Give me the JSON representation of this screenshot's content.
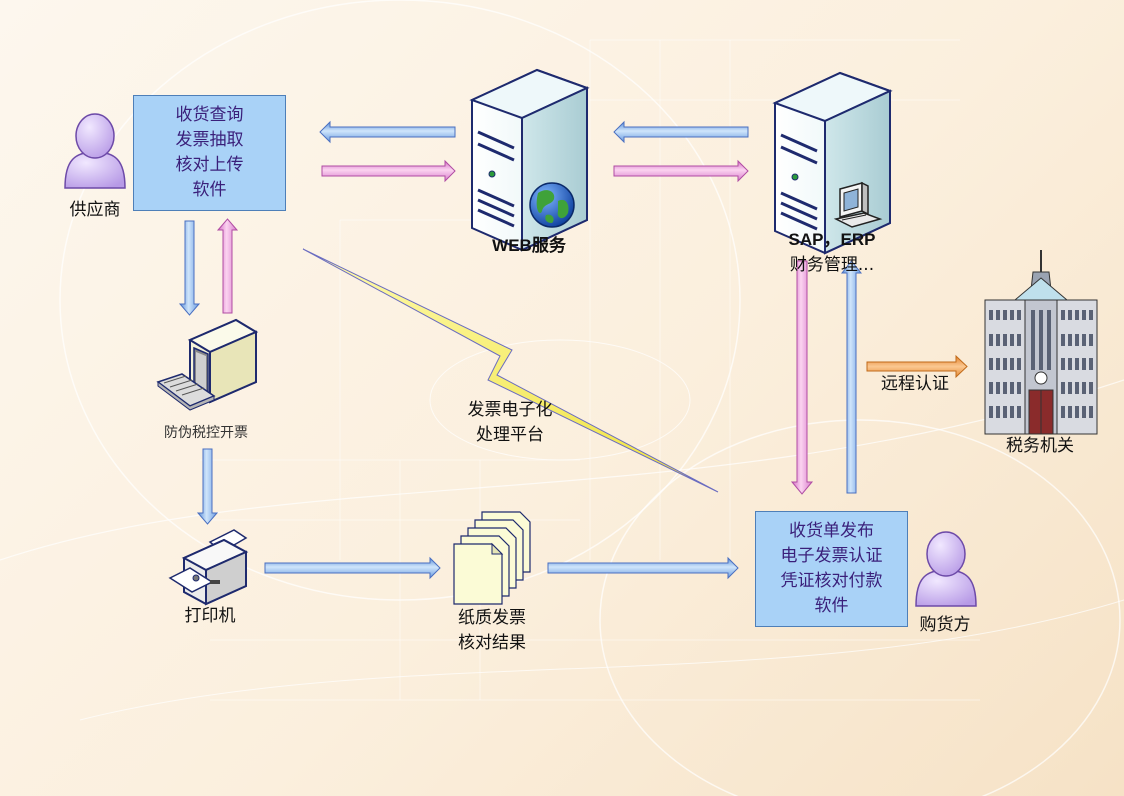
{
  "supplier": {
    "label": "供应商",
    "software_lines": [
      "收货查询",
      "发票抽取",
      "核对上传",
      "软件"
    ]
  },
  "web": {
    "label": "WEB服务"
  },
  "erp": {
    "label_line1": "SAP，ERP",
    "label_line2": "财务管理..."
  },
  "tax_control": {
    "label": "防伪税控开票"
  },
  "printer": {
    "label": "打印机"
  },
  "platform": {
    "label_line1": "发票电子化",
    "label_line2": "处理平台"
  },
  "paper": {
    "label_line1": "纸质发票",
    "label_line2": "核对结果"
  },
  "buyer": {
    "label": "购货方",
    "software_lines": [
      "收货单发布",
      "电子发票认证",
      "凭证核对付款",
      "软件"
    ]
  },
  "tax_office": {
    "label": "税务机关"
  },
  "remote_auth": {
    "label": "远程认证"
  },
  "colors": {
    "arrow_blue": "#9ec8f3",
    "arrow_pink": "#f2a3dd",
    "arrow_orange": "#f2a04b",
    "box_fill": "#a9d2f7",
    "box_text": "#3a1f7a",
    "person": "#c9b4ee",
    "lightning": "#f6f05a"
  }
}
